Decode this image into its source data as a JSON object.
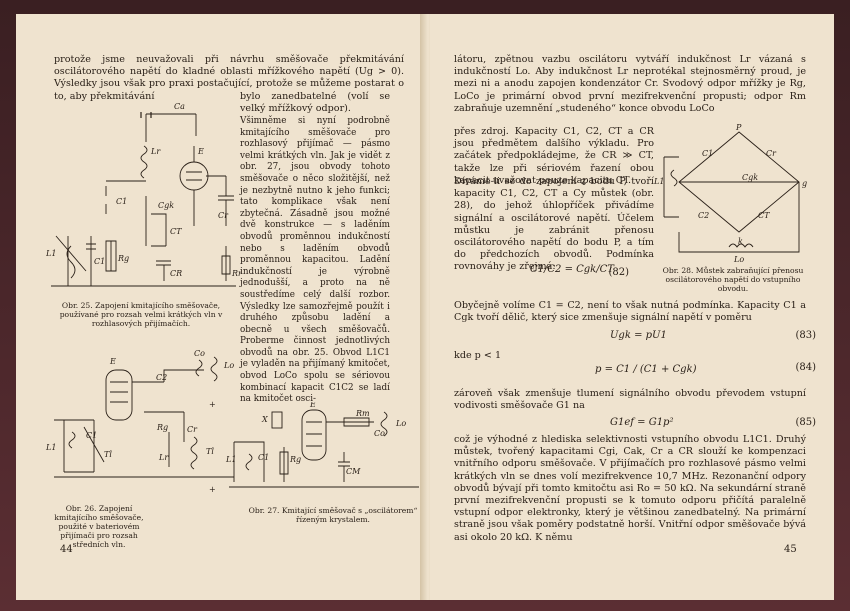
{
  "left": {
    "intro": "protože jsme neuvažovali při návrhu směšovače překmitávání oscilátorového napětí do kladné oblasti mřížkového napětí (Ug > 0). Výsledky jsou však pro praxi postačující, protože se můžeme postarat o to, aby překmitávání",
    "col1": "bylo zanedbatelné (volí se velký mřížkový odpor).",
    "col2": "Všimněme si nyní podrobně kmitajícího směšovače pro rozhlasový přijímač — pásmo velmi krátkých vln. Jak je vidět z obr. 27, jsou obvody tohoto směšovače o něco složitější, než je nezbytně nutno k jeho funkci; tato komplikace však není zbytečná. Zásadně jsou možné dvě konstrukce — s laděním obvodů proměnnou indukčností nebo s laděním obvodů proměnnou kapacitou. Ladění indukčností je výrobně jednodušší, a proto na ně soustředíme celý další rozbor. Výsledky lze samozřejmě použít i druhého způsobu ladění a obecně u všech směšovačů. Proberme činnost jednotlivých obvodů na obr. 25. Obvod L1C1 je vyladěn na přijímaný kmitočet, obvod LoCo spolu se sériovou kombinací kapacit C1C2 se ladí na kmitočet osci-",
    "cap25": "Obr. 25. Zapojení kmitajícího směšovače, používané pro rozsah velmi krátkých vln v rozhlasových přijímačích.",
    "cap26": "Obr. 26. Zapojení kmitajícího směšovače, použité v bateriovém přijímači pro rozsah středních vln.",
    "cap27": "Obr. 27. Kmitající směšovač s „oscilátorem“ řízeným krystalem.",
    "page_number": "44"
  },
  "right": {
    "para1": "látoru, zpětnou vazbu oscilátoru vytváří indukčnost Lr vázaná s indukčností Lo. Aby indukčnost Lr neprotékal stejnosměrný proud, je mezi ni a anodu zapojen kondenzátor Cr. Svodový odpor mřížky je Rg, LoCo je primární obvod první mezifrekvenční propusti; odpor Rm zabraňuje uzemnění „studeného“ konce obvodu LoCo",
    "para1b": "přes zdroj. Kapacity C1, C2, CT a CR jsou předmětem dalšího výkladu. Pro začátek předpokládejme, že CR ≫ CT, takže lze při sériovém řazení obou kapacit uvažovat pouze kapacitu CT.",
    "para2": "Díváme-li se do zapojení z bodu P, tvoří kapacity C1, C2, CT a Cy můstek (obr. 28), do jehož úhlopříček přivádíme signální a oscilátorové napětí. Účelem můstku je zabránit přenosu oscilátorového napětí do bodu P, a tím do předchozích obvodů. Podmínka rovnováhy je zřejmá:",
    "eq82": "C1/C2 = Cgk/CT",
    "eq82_no": "(82)",
    "cap28": "Obr. 28. Můstek zabraňující přenosu oscilátorového napětí do vstupního obvodu.",
    "para3": "Obyčejně volíme C1 = C2, není to však nutná podmínka. Kapacity C1 a Cgk tvoří dělič, který sice zmenšuje signální napětí v poměru",
    "eq83": "Ugk = pU1",
    "eq83_no": "(83)",
    "kde": "kde p < 1",
    "eq84": "p = C1 / (C1 + Cgk)",
    "eq84_no": "(84)",
    "para4": "zároveň však zmenšuje tlumení signálního obvodu převodem vstupní vodivosti směšovače G1 na",
    "eq85": "G1ef = G1p²",
    "eq85_no": "(85)",
    "para5": "což je výhodné z hlediska selektivnosti vstupního obvodu L1C1. Druhý můstek, tvořený kapacitami Cgi, Cak, Cr a CR slouží ke kompenzaci vnitřního odporu směšovače. V přijímačích pro rozhlasové pásmo velmi krátkých vln se dnes volí mezifrekvence 10,7 MHz. Rezonanční odpory obvodů bývají při tomto kmitočtu asi Ro = 50 kΩ. Na sekundární straně první mezifrekvenční propusti se k tomuto odporu přičítá paralelně vstupní odpor elektronky, který je většinou zanedbatelný. Na primární straně jsou však poměry podstatně horší. Vnitřní odpor směšovače bývá asi okolo 20 kΩ. K němu",
    "page_number": "45"
  }
}
